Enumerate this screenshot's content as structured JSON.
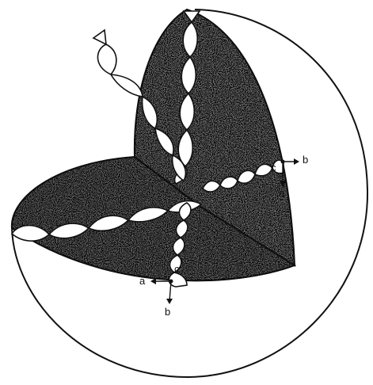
{
  "labels": {
    "right_helix": {
      "a": "a",
      "b": "b",
      "c": "c"
    },
    "bottom_helix": {
      "a": "a",
      "b": "b",
      "c": "c"
    }
  }
}
